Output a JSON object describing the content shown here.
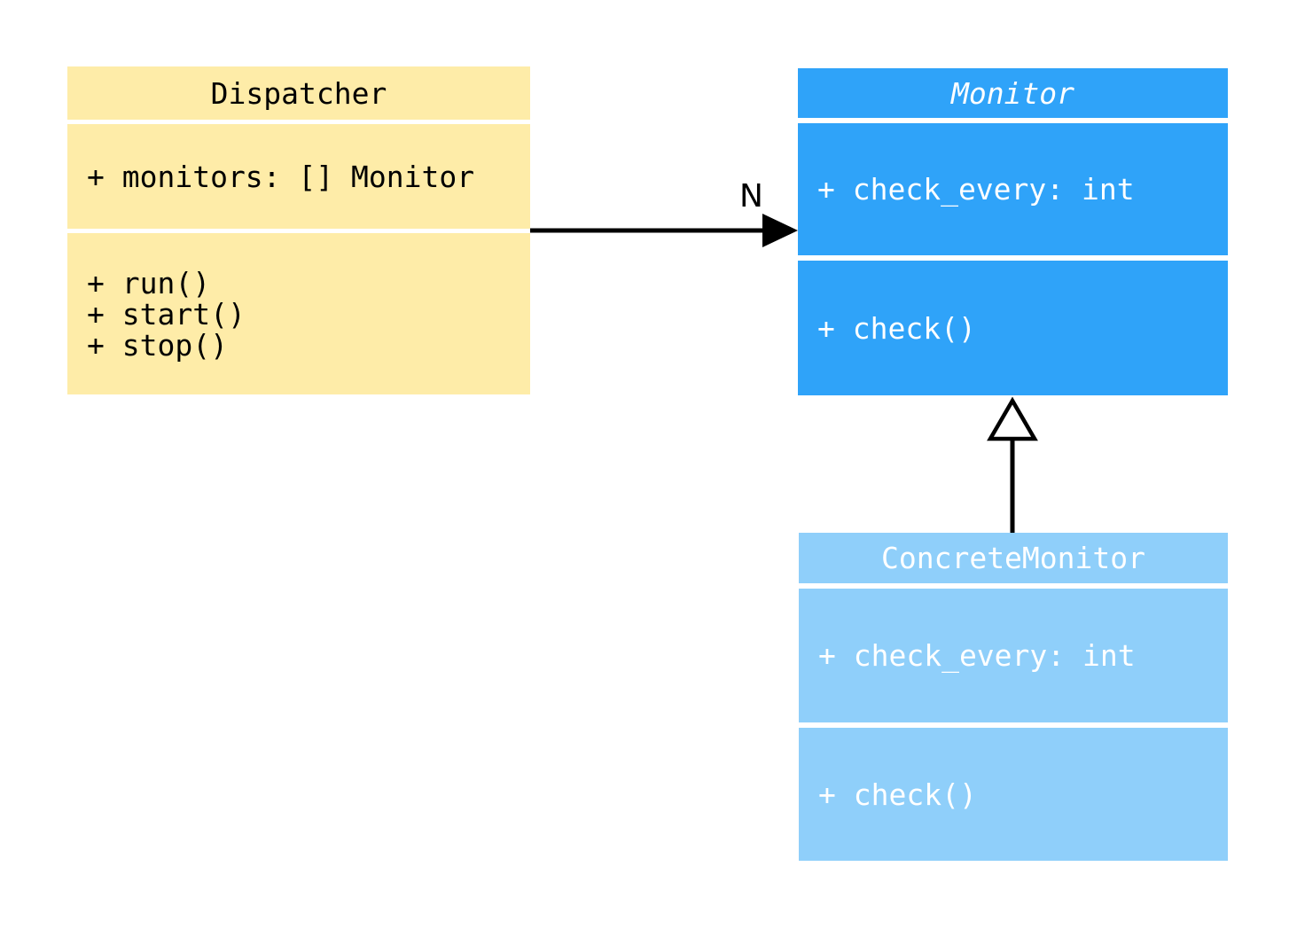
{
  "diagram": {
    "background_color": "#FFFFFF",
    "classes": [
      {
        "name": "Dispatcher",
        "name_italic": false,
        "fill_color": "#FEECA8",
        "text_color": "#000000",
        "attributes": [
          "+ monitors: [] Monitor"
        ],
        "methods": [
          "+ run()",
          "+ start()",
          "+ stop()"
        ]
      },
      {
        "name": "Monitor",
        "name_italic": true,
        "fill_color": "#2FA3F9",
        "text_color": "#FFFFFF",
        "attributes": [
          "+ check_every: int"
        ],
        "methods": [
          "+ check()"
        ]
      },
      {
        "name": "ConcreteMonitor",
        "name_italic": false,
        "fill_color": "#8FCFFA",
        "text_color": "#FFFFFF",
        "attributes": [
          "+ check_every: int"
        ],
        "methods": [
          "+ check()"
        ]
      }
    ],
    "relations": [
      {
        "type": "association",
        "from": "Dispatcher",
        "to": "Monitor",
        "label": "N",
        "line_color": "#000000"
      },
      {
        "type": "inheritance",
        "from": "ConcreteMonitor",
        "to": "Monitor",
        "label": "",
        "line_color": "#000000"
      }
    ]
  }
}
